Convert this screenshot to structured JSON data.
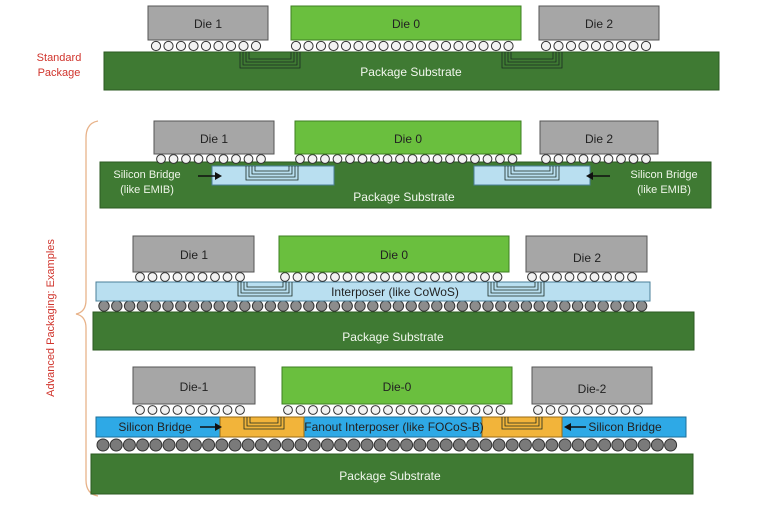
{
  "labels": {
    "standard_package": [
      "Standard",
      "Package"
    ],
    "advanced_packaging": "Advanced Packaging: Examples"
  },
  "colors": {
    "die_gray": "#a6a6a6",
    "die_green": "#6abf3e",
    "substrate": "#3f7a33",
    "bridge_light": "#b9dff0",
    "bridge_blue": "#2ea9e6",
    "fanout_gold": "#f2b43a",
    "bump_fill": "#f2f2f2",
    "bump_dark": "#8c8c8c",
    "annotation_red": "#d0342c"
  },
  "rows": [
    {
      "id": "standard",
      "dies": [
        "Die 1",
        "Die 0",
        "Die 2"
      ],
      "substrate": "Package Substrate"
    },
    {
      "id": "silicon-bridge",
      "dies": [
        "Die 1",
        "Die 0",
        "Die 2"
      ],
      "bridge_left": [
        "Silicon Bridge",
        "(like EMIB)"
      ],
      "bridge_right": [
        "Silicon Bridge",
        "(like EMIB)"
      ],
      "substrate": "Package Substrate"
    },
    {
      "id": "interposer",
      "dies": [
        "Die 1",
        "Die 0",
        "Die 2"
      ],
      "interposer": "Interposer (like CoWoS)",
      "substrate": "Package Substrate"
    },
    {
      "id": "fanout",
      "dies": [
        "Die-1",
        "Die-0",
        "Die-2"
      ],
      "bridge_left": "Silicon Bridge",
      "bridge_right": "Silicon Bridge",
      "fanout": "Fanout Interposer (like FOCoS-B)",
      "substrate": "Package Substrate"
    }
  ]
}
